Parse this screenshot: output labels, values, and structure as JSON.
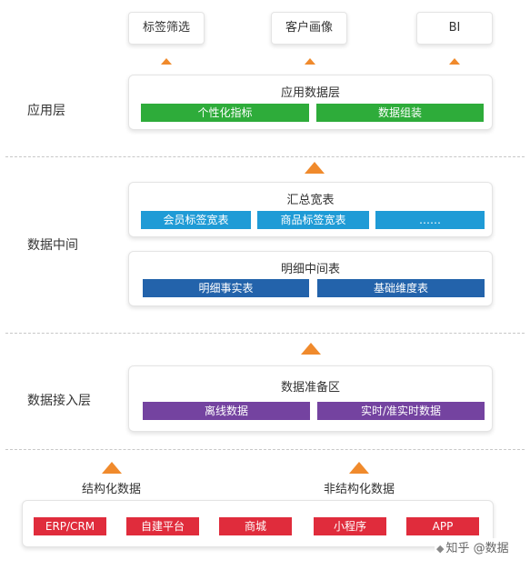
{
  "top_outputs": [
    "标签筛选",
    "客户画像",
    "BI"
  ],
  "layers": {
    "application": "应用层",
    "middle": "数据中间",
    "access": "数据接入层"
  },
  "app_card": {
    "title": "应用数据层",
    "items": [
      "个性化指标",
      "数据组装"
    ]
  },
  "wide_card": {
    "title": "汇总宽表",
    "items": [
      "会员标签宽表",
      "商品标签宽表",
      "……"
    ]
  },
  "detail_card": {
    "title": "明细中间表",
    "items": [
      "明细事实表",
      "基础维度表"
    ]
  },
  "prep_card": {
    "title": "数据准备区",
    "items": [
      "离线数据",
      "实时/准实时数据"
    ]
  },
  "sources": {
    "structured": "结构化数据",
    "unstructured": "非结构化数据"
  },
  "source_card": {
    "items": [
      "ERP/CRM",
      "自建平台",
      "商城",
      "小程序",
      "APP"
    ]
  },
  "watermark": "知乎 @数据",
  "colors": {
    "arrow": "#f08a2c",
    "application": "#2eac3a",
    "wide_tables": "#1f9bd6",
    "detail_tables": "#2363ab",
    "preparation": "#7443a0",
    "sources": "#e02c3c"
  }
}
